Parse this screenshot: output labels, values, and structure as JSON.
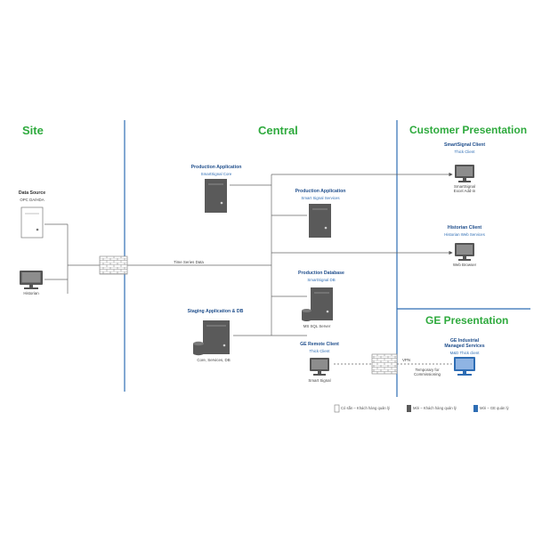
{
  "sections": {
    "site": "Site",
    "central": "Central",
    "customer": "Customer Presentation",
    "ge": "GE Presentation"
  },
  "nodes": {
    "data_source": {
      "title": "Data Source",
      "subtitle": "OPC DA/HDA"
    },
    "historian": {
      "label": "Historian"
    },
    "prod_app_core": {
      "title": "Production Application",
      "subtitle": "SmartSignal Core"
    },
    "prod_app_services": {
      "title": "Production Application",
      "subtitle": "Smart Signal Services"
    },
    "prod_db": {
      "title": "Production Database",
      "subtitle": "SmartSignal DB",
      "note": "MS SQL Server"
    },
    "staging": {
      "title": "Staging Application & DB",
      "note": "Core, Services, DB"
    },
    "ge_remote": {
      "title": "GE Remote Client",
      "subtitle": "Thick Client",
      "note": "Smart Signal"
    },
    "ss_client": {
      "title": "SmartSignal Client",
      "subtitle": "Thick Client",
      "note1": "SmartSignal",
      "note2": "Excel Add-in"
    },
    "historian_client": {
      "title": "Historian Client",
      "subtitle": "Historian Web Services",
      "note": "Web Browser"
    },
    "ge_ims": {
      "title1": "GE Industrial",
      "title2": "Managed Services",
      "subtitle": "M&D Thick client"
    }
  },
  "links": {
    "time_series": "Time Series Data",
    "vpn": "VPN",
    "temporary1": "Temporary for",
    "temporary2": "Commissioning"
  },
  "legend": [
    {
      "label": "Có sẵn – Khách hàng quản lý",
      "icon": "server-outline-icon"
    },
    {
      "label": "Mới – Khách hàng quản lý",
      "icon": "server-dark-icon"
    },
    {
      "label": "Mới – GE quản lý",
      "icon": "server-blue-icon"
    }
  ],
  "colors": {
    "section_green": "#2faa3e",
    "divider_blue": "#2e6db4",
    "title_blue": "#1f4e8c",
    "server_dark": "#5a5a5a",
    "firewall": "#9a9a9a"
  }
}
